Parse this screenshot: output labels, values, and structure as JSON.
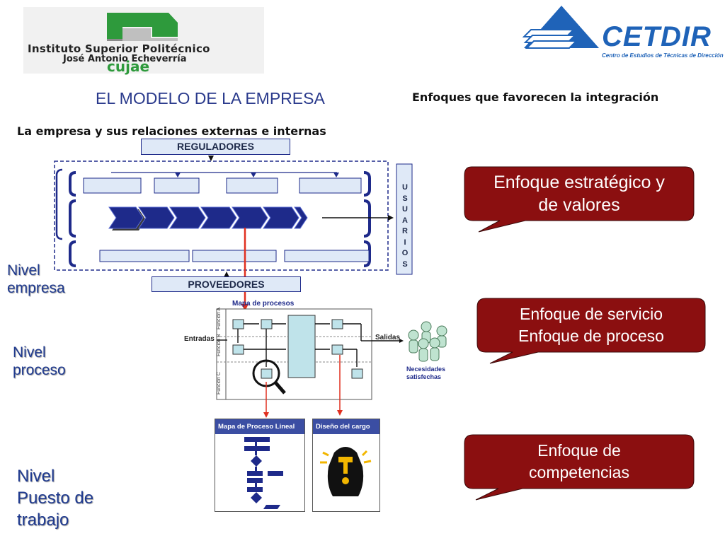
{
  "logo_left": {
    "line1": "Instituto Superior Politécnico",
    "line2": "José Antonio Echeverría",
    "line3": "cujae"
  },
  "logo_right": {
    "name": "CETDIR",
    "tagline": "Centro de Estudios de Técnicas de Dirección"
  },
  "header": {
    "title": "EL MODELO DE LA EMPRESA",
    "subtitle_right": "Enfoques que favorecen la integración",
    "subtitle_left": "La empresa y sus relaciones externas e internas"
  },
  "enterprise_diagram": {
    "reguladores": "REGULADORES",
    "proveedores": "PROVEEDORES",
    "usuarios": [
      "U",
      "S",
      "U",
      "A",
      "R",
      "I",
      "O",
      "S"
    ]
  },
  "process_map": {
    "title": "Mapa de procesos",
    "entradas": "Entradas",
    "salidas": "Salidas",
    "funcion_a": "Función A",
    "funcion_b": "Función B",
    "funcion_c": "Función C",
    "necesidades_1": "Necesidades",
    "necesidades_2": "satisfechas"
  },
  "lower_cards": {
    "linear_map": "Mapa de Proceso Lineal",
    "job_design": "Diseño del cargo"
  },
  "levels": {
    "empresa": [
      "Nivel",
      "empresa"
    ],
    "proceso": [
      "Nivel",
      "proceso"
    ],
    "puesto": [
      "Nivel",
      "Puesto de",
      "trabajo"
    ]
  },
  "callouts": {
    "strategic": [
      "Enfoque estratégico y",
      "de valores"
    ],
    "service_process": [
      "Enfoque de servicio",
      "Enfoque de proceso"
    ],
    "competencies": [
      "Enfoque de",
      "competencias"
    ]
  },
  "colors": {
    "callout_fill": "#8b0f10",
    "title_blue": "#2a3a8c",
    "chevron_blue": "#1e2a8a",
    "box_fill": "#dfe9f7",
    "arrow_red": "#e03020",
    "cujae_green": "#2e9a3c"
  }
}
